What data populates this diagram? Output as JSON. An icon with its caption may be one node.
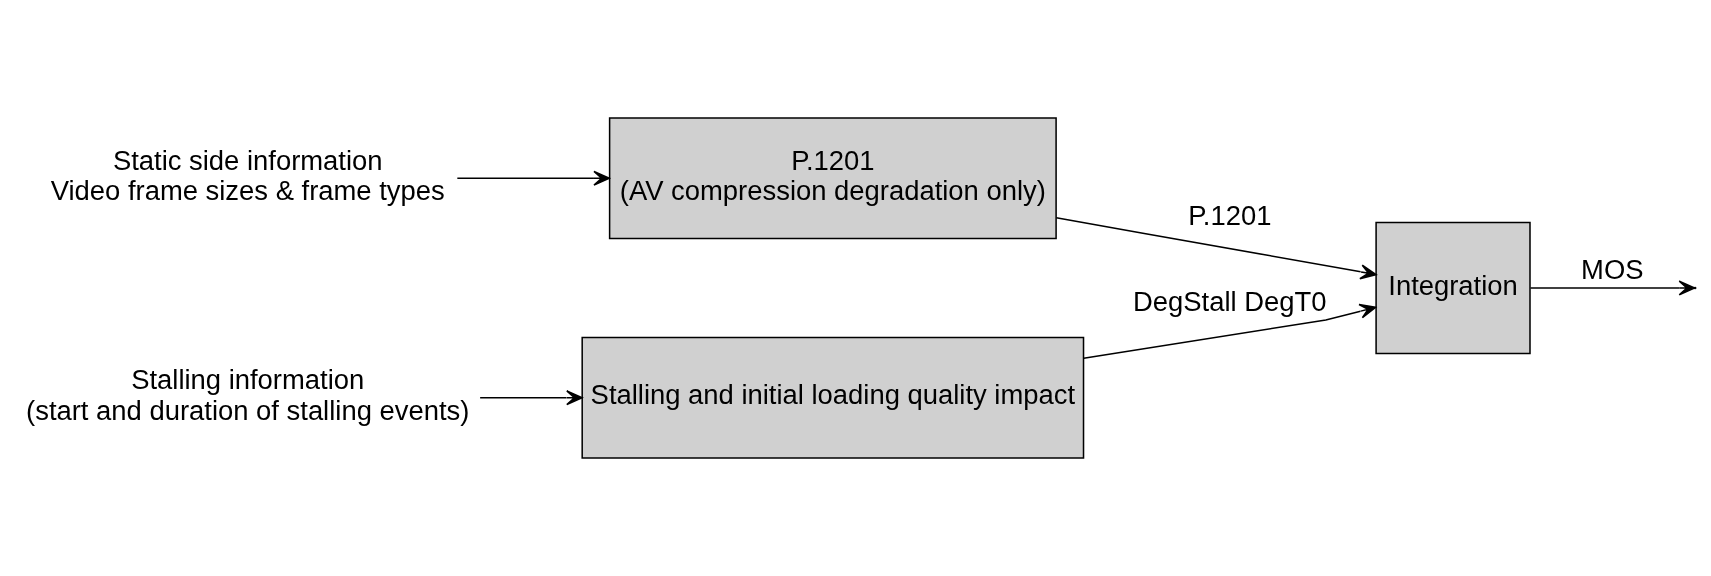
{
  "diagram": {
    "nodes": [
      {
        "text": [
          "Static side information",
          "Video frame sizes & frame types"
        ]
      },
      {
        "text": [
          "P.1201",
          "(AV compression degradation only)"
        ]
      },
      {
        "text": [
          "Stalling information",
          "(start and duration of stalling events)"
        ]
      },
      {
        "text": [
          "Stalling and initial loading quality impact"
        ]
      },
      {
        "text": [
          "Integration"
        ]
      }
    ],
    "edges": [
      {
        "from": 0,
        "to": 1,
        "arrow": "to"
      },
      {
        "from": 1,
        "to": 4,
        "arrow": "to",
        "label": "P.1201"
      },
      {
        "from": 2,
        "to": 3,
        "arrow": "to"
      },
      {
        "from": 3,
        "to": 4,
        "arrow": "to",
        "label": "DegStall DegT0"
      },
      {
        "from": 4,
        "to": null,
        "arrow": "to",
        "label": "MOS"
      }
    ]
  }
}
